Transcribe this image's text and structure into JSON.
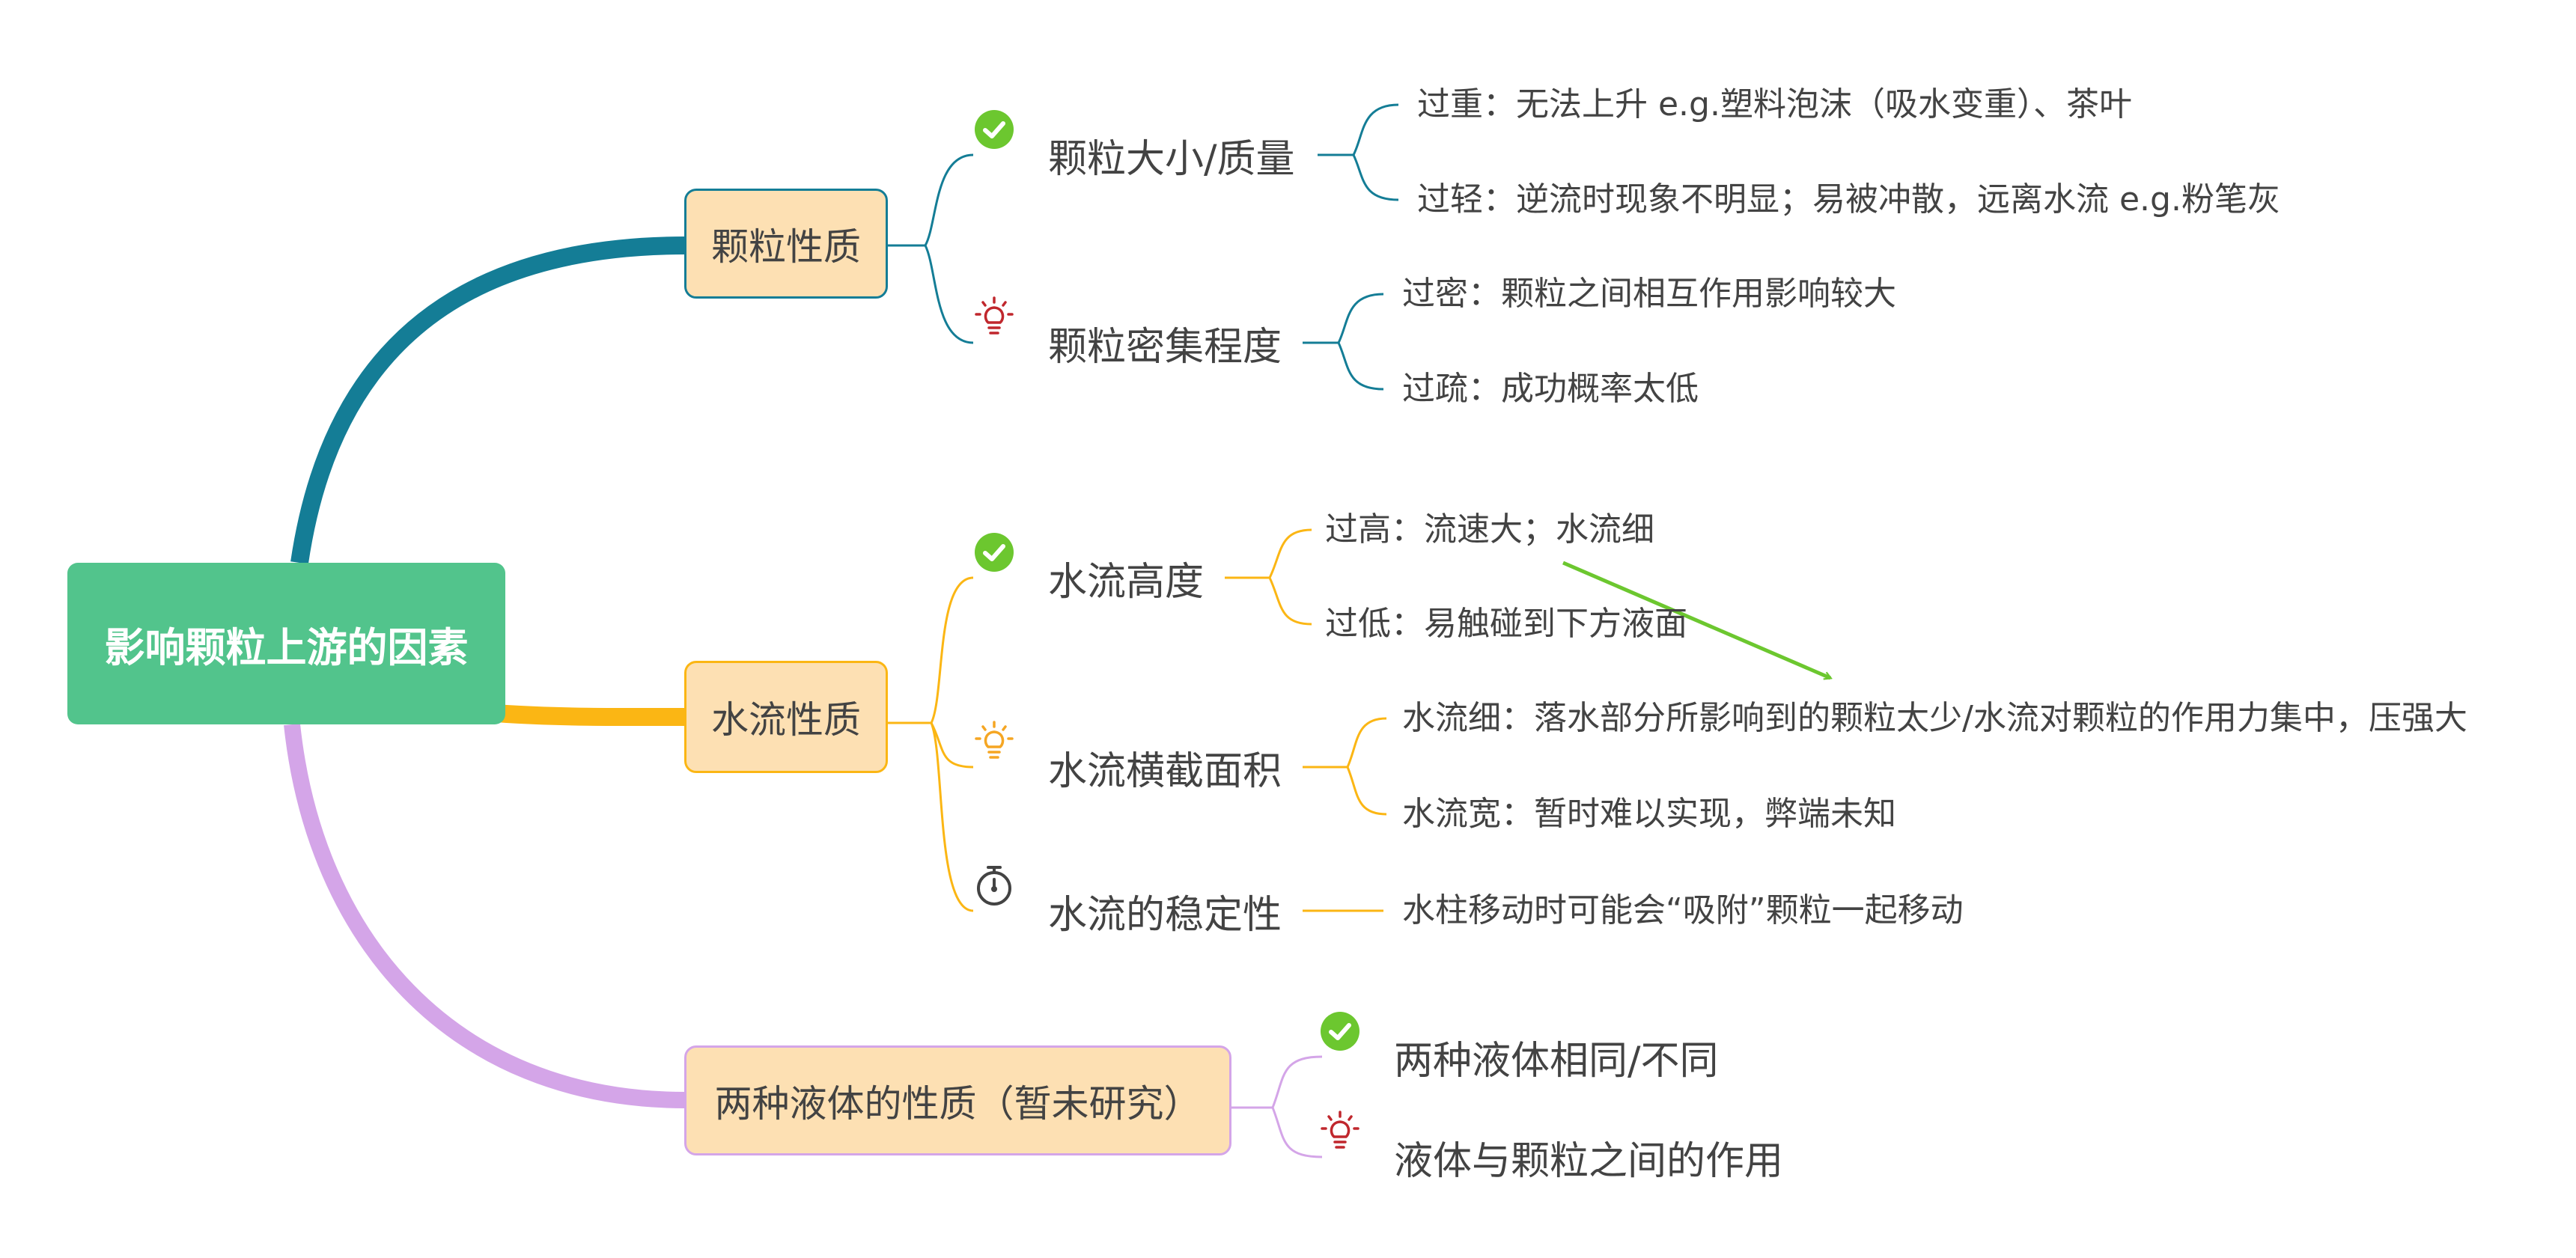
{
  "root": {
    "label": "影响颗粒上游的因素",
    "color": "#52c48c"
  },
  "branches": [
    {
      "label": "颗粒性质",
      "color": "#147d96",
      "subtopics": [
        {
          "label": "颗粒大小/质量",
          "icon": "check-circle-icon",
          "leaves": [
            "过重：无法上升  e.g.塑料泡沫（吸水变重）、茶叶",
            "过轻：逆流时现象不明显；易被冲散，远离水流   e.g.粉笔灰"
          ]
        },
        {
          "label": "颗粒密集程度",
          "icon": "lightbulb-icon",
          "leaves": [
            "过密：颗粒之间相互作用影响较大",
            "过疏：成功概率太低"
          ]
        }
      ]
    },
    {
      "label": "水流性质",
      "color": "#fbb614",
      "subtopics": [
        {
          "label": "水流高度",
          "icon": "check-circle-icon",
          "leaves": [
            "过高：流速大；水流细",
            "过低：易触碰到下方液面"
          ]
        },
        {
          "label": "水流横截面积",
          "icon": "lightbulb-icon",
          "leaves": [
            "水流细：落水部分所影响到的颗粒太少/水流对颗粒的作用力集中，压强大",
            "水流宽：暂时难以实现，弊端未知"
          ]
        },
        {
          "label": "水流的稳定性",
          "icon": "stopwatch-icon",
          "leaves": [
            "水柱移动时可能会“吸附”颗粒一起移动"
          ]
        }
      ]
    },
    {
      "label": "两种液体的性质（暂未研究）",
      "color": "#d4a5e8",
      "subtopics": [
        {
          "label": "两种液体相同/不同",
          "icon": "check-circle-icon",
          "leaves": []
        },
        {
          "label": "液体与颗粒之间的作用",
          "icon": "lightbulb-icon",
          "leaves": []
        }
      ]
    }
  ],
  "relationship": {
    "from": "过高：流速大；水流细",
    "to": "水流细：落水部分所影响到的颗粒太少/水流对颗粒的作用力集中，压强大",
    "color": "#6cc72f"
  },
  "colors": {
    "node_fill": "#fde0b3",
    "text": "#434343",
    "check_green": "#6cc72f",
    "bulb_red": "#c0272d",
    "bulb_orange": "#f5a623"
  }
}
